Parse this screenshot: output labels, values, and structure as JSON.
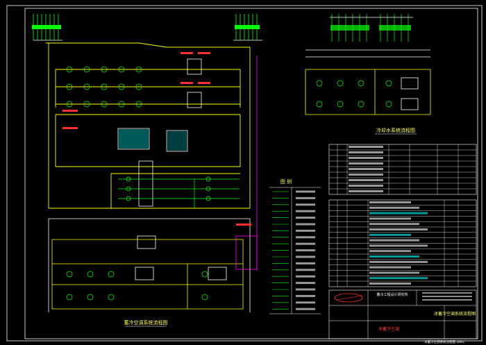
{
  "colors": {
    "background": "#000000",
    "frame": "#ffffff",
    "pipe_main": "#ffff00",
    "pipe_secondary": "#00ff00",
    "pipe_chilled": "#00ffff",
    "equipment": "#ffffff",
    "accent_red": "#ff3030",
    "magenta": "#ff00ff",
    "title_text": "#ffff66"
  },
  "drawing": {
    "main_caption": "蓄冷空调系统流程图",
    "cooling_caption": "冷却水系统流程图",
    "titleblock_caption": "冰蓄冷空调系统流程图",
    "legend_heading": "图  例",
    "company_name": "蓄冷工程设计研究所",
    "company_sub": "冰蓄冷空调",
    "sheet_footer": "冰蓄冷空调系统流程图 DWG"
  }
}
